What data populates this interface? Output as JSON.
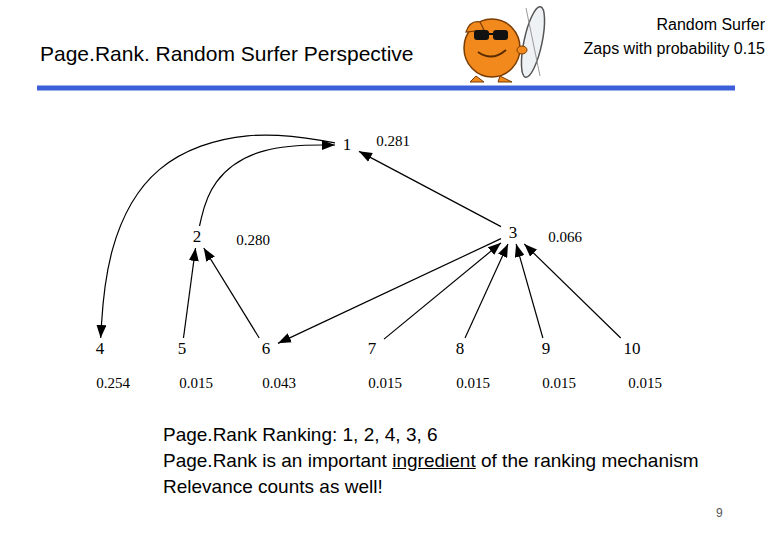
{
  "diagram": {
    "title": "Page.Rank. Random Surfer Perspective",
    "nodes": [
      {
        "text": [
          "1",
          "0.281"
        ]
      },
      {
        "text": [
          "2",
          "0.280"
        ]
      },
      {
        "text": [
          "3",
          "0.066"
        ]
      },
      {
        "text": [
          "4",
          "0.254"
        ]
      },
      {
        "text": [
          "5",
          "0.015"
        ]
      },
      {
        "text": [
          "6",
          "0.043"
        ]
      },
      {
        "text": [
          "7",
          "0.015"
        ]
      },
      {
        "text": [
          "8",
          "0.015"
        ]
      },
      {
        "text": [
          "9",
          "0.015"
        ]
      },
      {
        "text": [
          "10",
          "0.015"
        ]
      }
    ],
    "edges": [
      {
        "from": 0,
        "to": 3,
        "arrow": "to"
      },
      {
        "from": 1,
        "to": 0,
        "arrow": "to"
      },
      {
        "from": 2,
        "to": 0,
        "arrow": "to"
      },
      {
        "from": 2,
        "to": 5,
        "arrow": "to"
      },
      {
        "from": 4,
        "to": 1,
        "arrow": "to"
      },
      {
        "from": 5,
        "to": 1,
        "arrow": "to"
      },
      {
        "from": 6,
        "to": 2,
        "arrow": "to"
      },
      {
        "from": 7,
        "to": 2,
        "arrow": "to"
      },
      {
        "from": 8,
        "to": 2,
        "arrow": "to"
      },
      {
        "from": 9,
        "to": 2,
        "arrow": "to"
      }
    ],
    "labels": [
      "Random Surfer",
      "Zaps with probability 0.15",
      "Page.Rank Ranking: 1, 2, 4, 3, 6",
      "Page.Rank is an important",
      "ingredient",
      "of the ranking mechanism",
      "Relevance counts as well!",
      "9"
    ]
  }
}
